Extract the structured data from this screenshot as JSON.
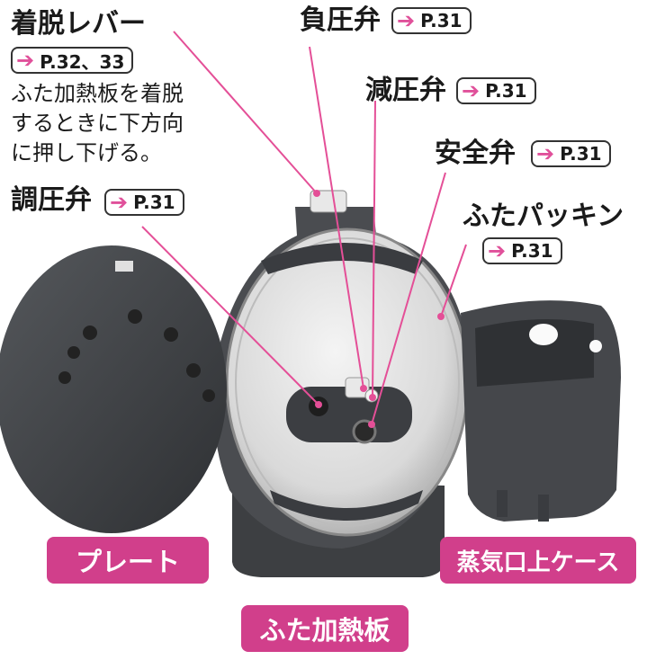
{
  "colors": {
    "accent": "#d13f8b",
    "arrow": "#e0509a",
    "leader": "#e44f97"
  },
  "parts": {
    "lever": {
      "title": "着脱レバー",
      "ref": "P.32、33",
      "note": [
        "ふた加熱板を着脱",
        "するときに下方向",
        "に押し下げる。"
      ]
    },
    "negative_valve": {
      "title": "負圧弁",
      "ref": "P.31"
    },
    "decompression_valve": {
      "title": "減圧弁",
      "ref": "P.31"
    },
    "safety_valve": {
      "title": "安全弁",
      "ref": "P.31"
    },
    "lid_packing": {
      "title": "ふたパッキン",
      "ref": "P.31"
    },
    "pressure_valve": {
      "title": "調圧弁",
      "ref": "P.31"
    }
  },
  "tags": {
    "plate": "プレート",
    "steam_case": "蒸気口上ケース",
    "lid_heater": "ふた加熱板"
  },
  "icons": {
    "ref_arrow": "right-arrow-icon"
  }
}
